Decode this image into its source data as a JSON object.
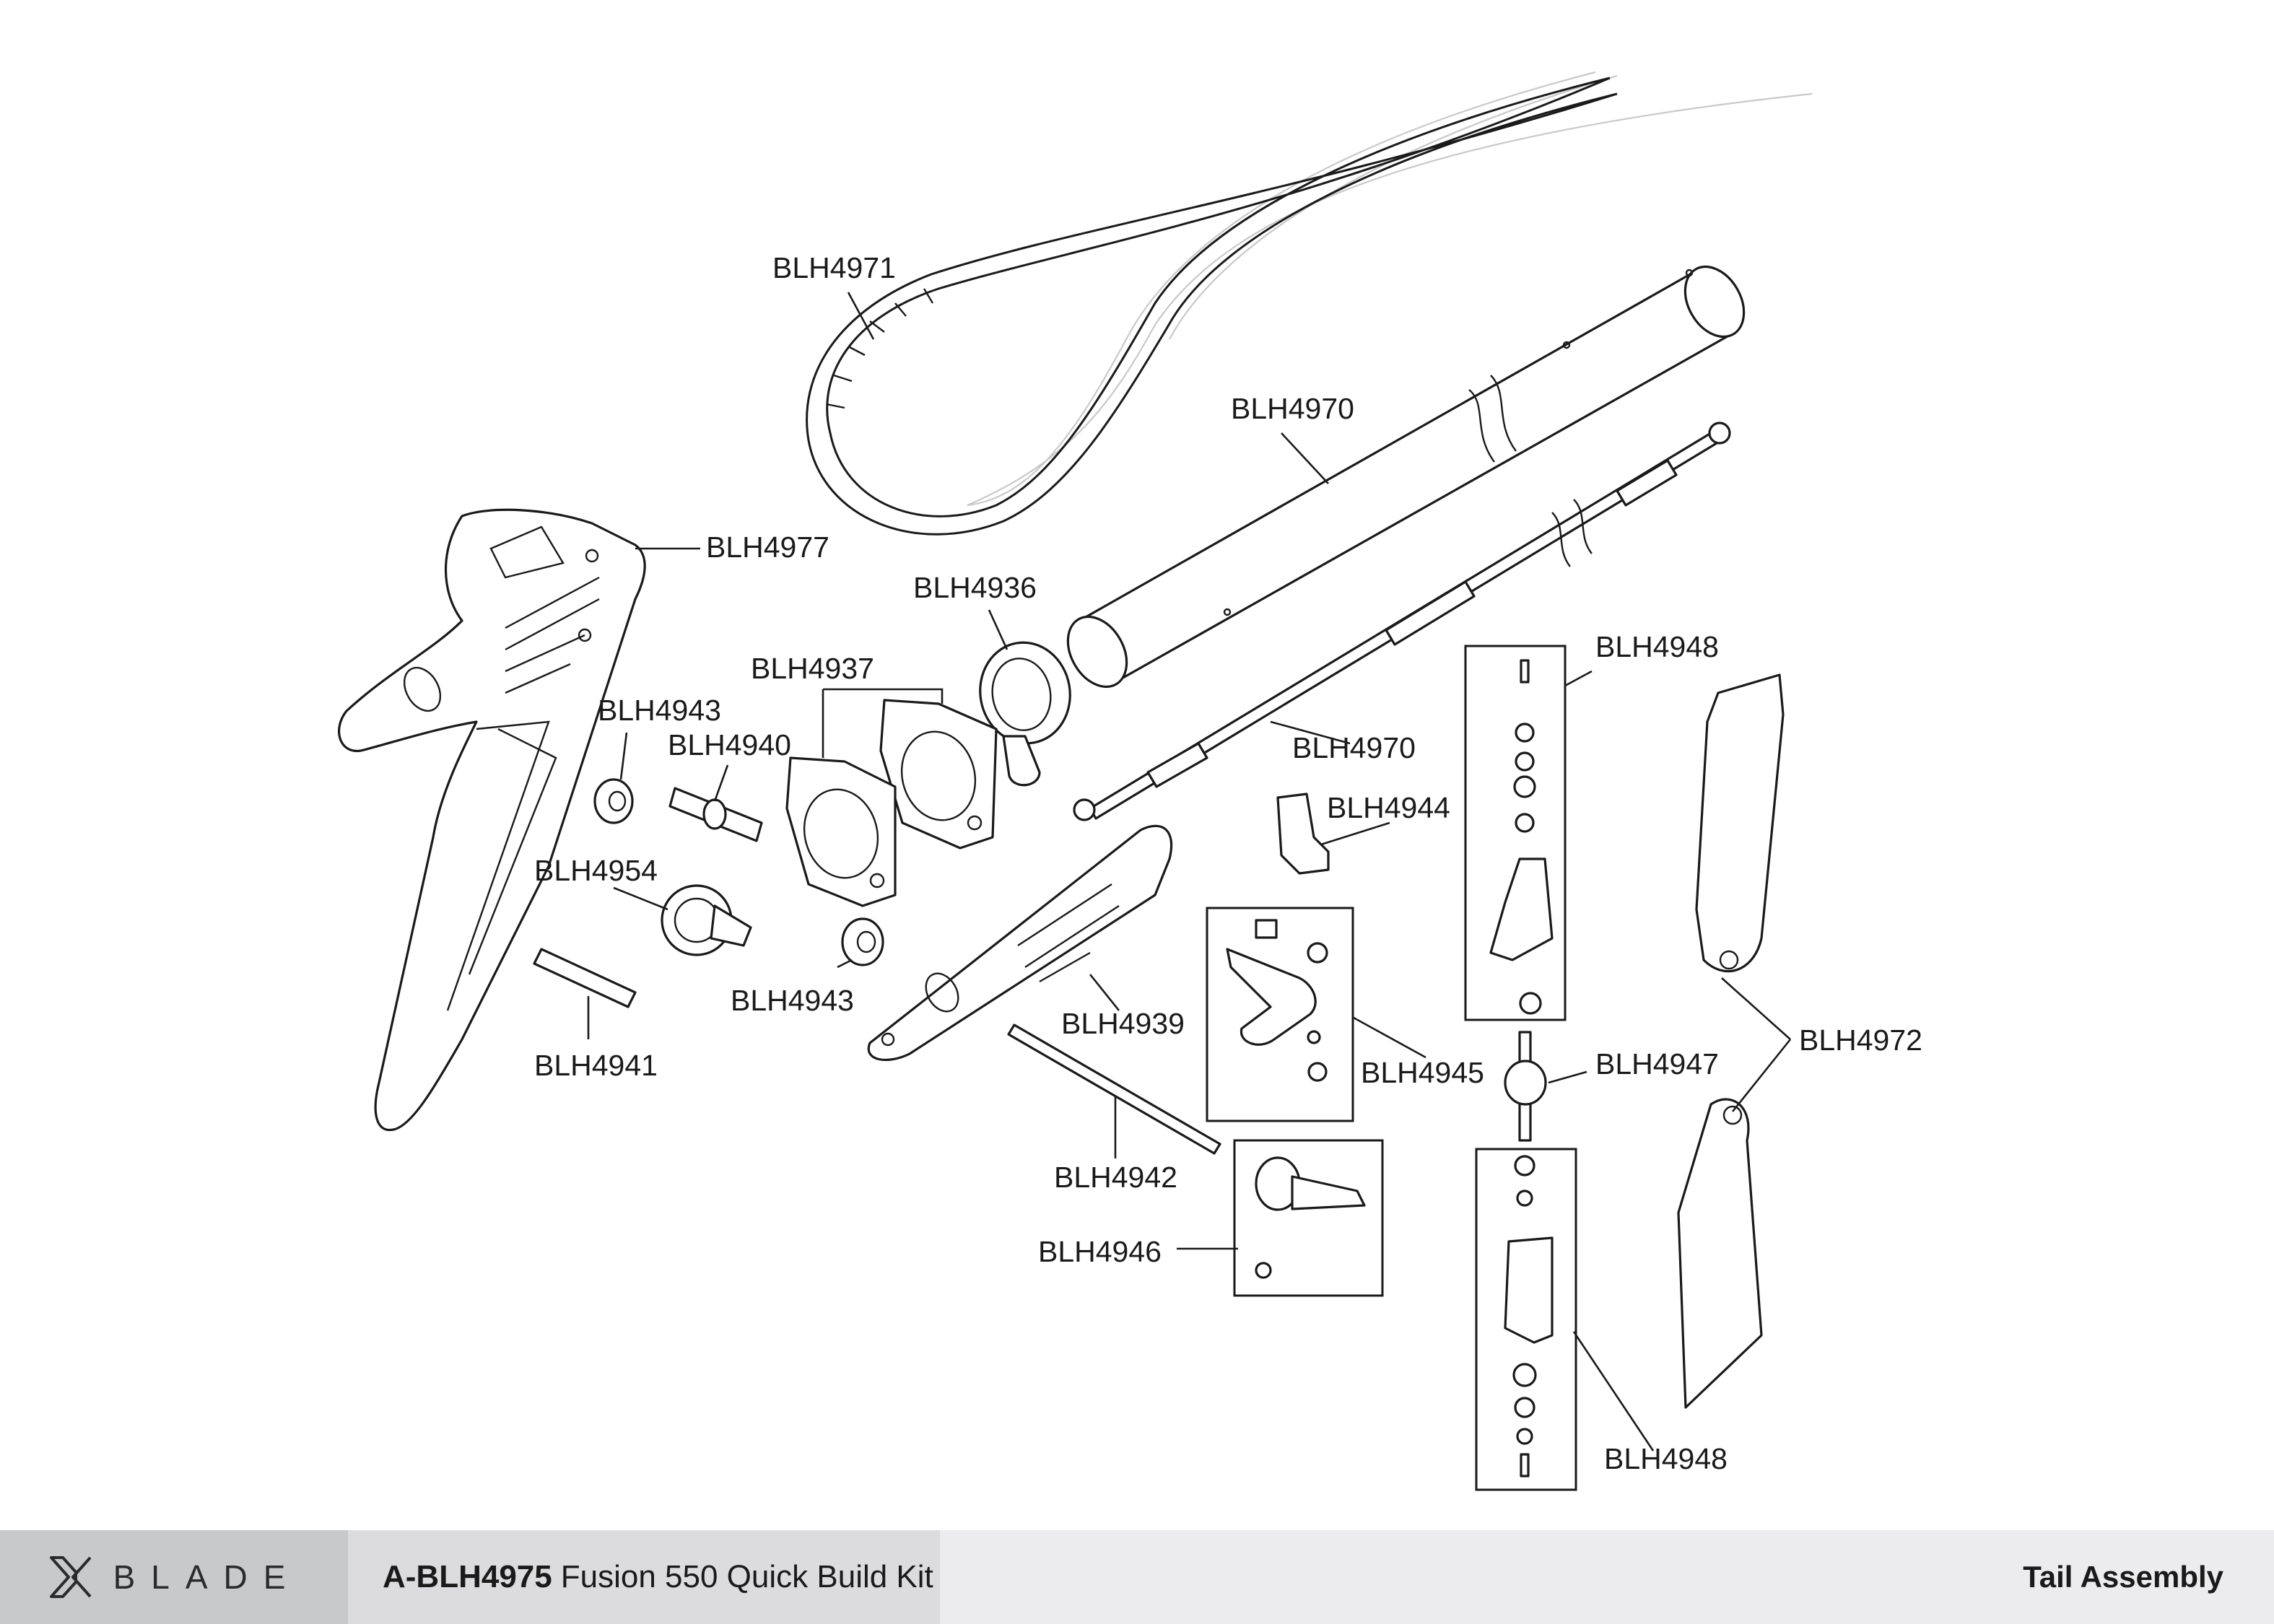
{
  "callouts": {
    "belt": "BLH4971",
    "boom": "BLH4970",
    "pushrod": "BLH4970",
    "vertical_fin": "BLH4977",
    "boom_clamp_ring": "BLH4936",
    "boom_blocks": "BLH4937",
    "bearing_top": "BLH4943",
    "tail_shaft": "BLH4940",
    "pulley": "BLH4954",
    "bearing_bottom": "BLH4943",
    "spacer": "BLH4941",
    "side_plate": "BLH4939",
    "output_shaft": "BLH4942",
    "case_mount": "BLH4944",
    "bellcrank_set": "BLH4945",
    "pitch_lever": "BLH4946",
    "hub": "BLH4947",
    "grip_set_top": "BLH4948",
    "grip_set_bottom": "BLH4948",
    "tail_blades": "BLH4972"
  },
  "footer": {
    "brand_icon": "blade-logo-icon",
    "brand_name": "BLADE",
    "kit_code": "A-BLH4975",
    "kit_name": "Fusion 550 Quick Build Kit",
    "section_title": "Tail Assembly"
  },
  "colors": {
    "line": "#1a1a1a",
    "footer_brand_bg": "#c8c9cb",
    "footer_kit_bg": "#dcdcde",
    "footer_section_bg": "#ececee"
  }
}
